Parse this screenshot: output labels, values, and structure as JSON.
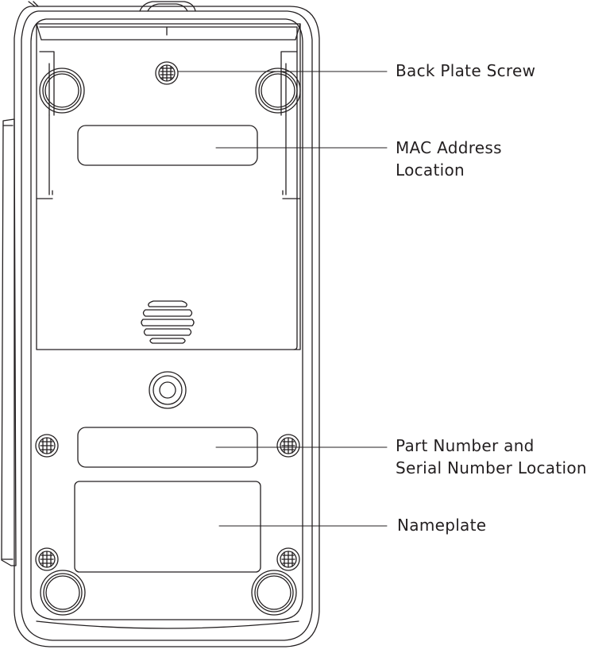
{
  "callouts": {
    "back_plate_screw": {
      "line1": "Back Plate Screw"
    },
    "mac_address": {
      "line1": "MAC Address",
      "line2": "Location"
    },
    "part_serial": {
      "line1": "Part Number and",
      "line2": "Serial Number Location"
    },
    "nameplate": {
      "line1": "Nameplate"
    }
  },
  "colors": {
    "stroke": "#231f20",
    "background": "#ffffff"
  }
}
